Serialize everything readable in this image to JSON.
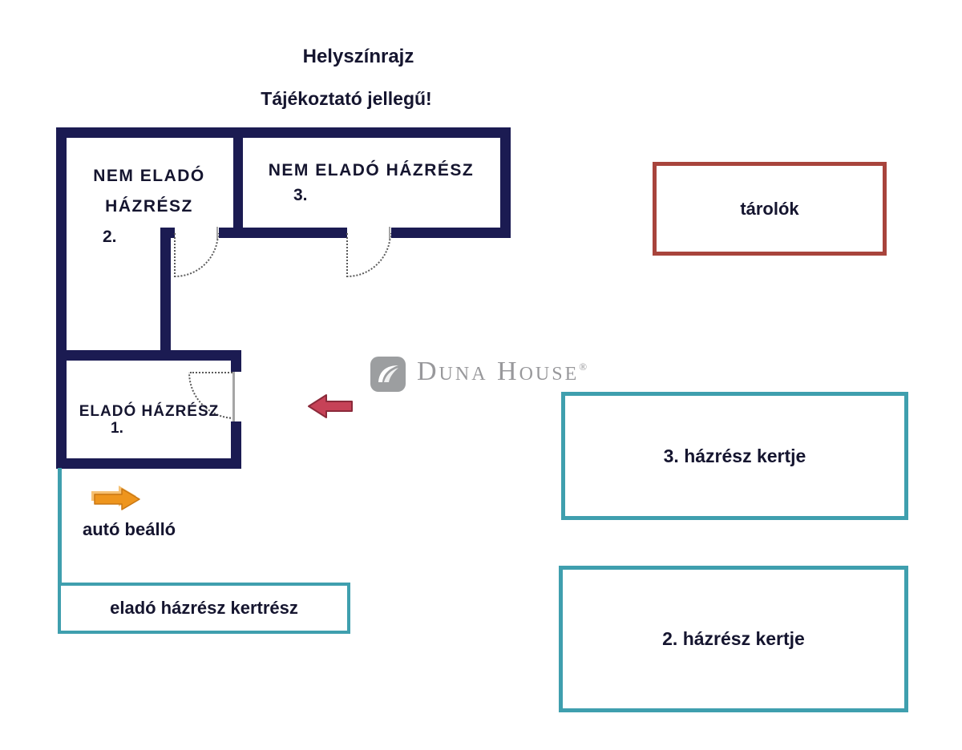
{
  "header": {
    "title": "Helyszínrajz",
    "subtitle": "Tájékoztató jellegű!"
  },
  "floorplan": {
    "room_2": {
      "label_line1": "NEM ELADÓ",
      "label_line2": "HÁZRÉSZ",
      "number": "2."
    },
    "room_3": {
      "label": "NEM ELADÓ HÁZRÉSZ",
      "number": "3."
    },
    "room_1": {
      "label": "ELADÓ HÁZRÉSZ",
      "number": "1."
    },
    "carport_label": "autó beálló",
    "seller_garden_label": "eladó házrész kertrész"
  },
  "outbuildings": {
    "storage_label": "tárolók",
    "garden_3_label": "3. házrész kertje",
    "garden_2_label": "2. házrész kertje"
  },
  "watermark": {
    "brand": "Duna House",
    "registered_mark": "®"
  },
  "colors": {
    "wall_navy": "#1b1b52",
    "teal": "#3f9fae",
    "brick_red": "#a8443c",
    "arrow_red": "#c64257",
    "arrow_orange": "#ee951d",
    "watermark_gray": "#98989b"
  }
}
